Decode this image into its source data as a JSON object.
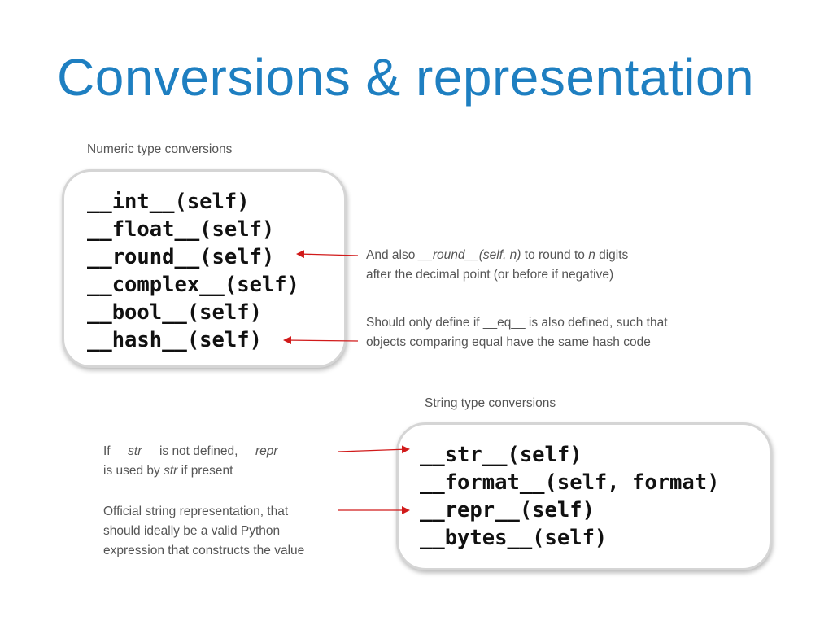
{
  "slide": {
    "title": "Conversions & representation"
  },
  "numeric": {
    "label": "Numeric type conversions",
    "methods": [
      "__int__(self)",
      "__float__(self)",
      "__round__(self)",
      "__complex__(self)",
      "__bool__(self)",
      "__hash__(self)"
    ],
    "notes": {
      "round": {
        "line1_a": "And also ",
        "line1_b": "__round__(self, n)",
        "line1_c": " to round to ",
        "line1_d": "n",
        "line1_e": " digits",
        "line2": "after the decimal point (or before if negative)"
      },
      "hash": {
        "line1": "Should only define if __eq__ is also defined, such that",
        "line2": "objects comparing equal have the same hash code"
      }
    }
  },
  "string": {
    "label": "String type conversions",
    "methods": [
      "__str__(self)",
      "__format__(self, format)",
      "__repr__(self)",
      "__bytes__(self)"
    ],
    "notes": {
      "str": {
        "line1_a": "If __",
        "line1_b": "str",
        "line1_c": "__ is not defined, __",
        "line1_d": "repr",
        "line1_e": "__",
        "line2_a": "is used by ",
        "line2_b": "str",
        "line2_c": " if present"
      },
      "repr": {
        "line1": "Official string representation, that",
        "line2": "should ideally be a valid Python",
        "line3": "expression that constructs the value"
      }
    }
  },
  "colors": {
    "title": "#1e7fc1",
    "arrow": "#d11a1a",
    "note_text": "#555555"
  }
}
